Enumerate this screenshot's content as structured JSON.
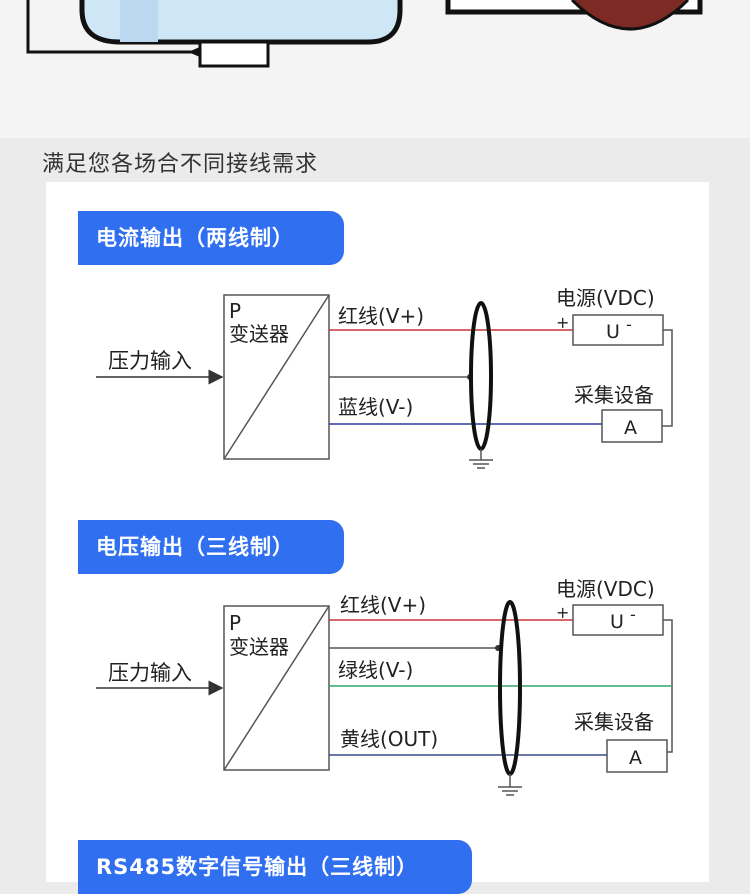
{
  "subtitle": "满足您各场合不同接线需求",
  "sections": [
    {
      "title": "电流输出（两线制）",
      "transmitter_p": "P",
      "transmitter_label": "变送器",
      "input_label": "压力输入",
      "power_label": "电源(VDC)",
      "power_box_u": "U",
      "power_plus": "+",
      "power_minus": "-",
      "device_label": "采集设备",
      "device_box": "A",
      "wires": [
        "红线(V+)",
        "蓝线(V-)"
      ]
    },
    {
      "title": "电压输出（三线制）",
      "transmitter_p": "P",
      "transmitter_label": "变送器",
      "input_label": "压力输入",
      "power_label": "电源(VDC)",
      "power_box_u": "U",
      "power_plus": "+",
      "power_minus": "-",
      "device_label": "采集设备",
      "device_box": "A",
      "wires": [
        "红线(V+)",
        "绿线(V-)",
        "黄线(OUT)"
      ]
    },
    {
      "title": "RS485数字信号输出（三线制）"
    }
  ],
  "colors": {
    "red_wire": "#c8323c",
    "blue_wire": "#2b3aa8",
    "green_wire": "#2fa86a",
    "navy_wire": "#3a4a8a",
    "tag_blue": "#2f6ff0"
  }
}
